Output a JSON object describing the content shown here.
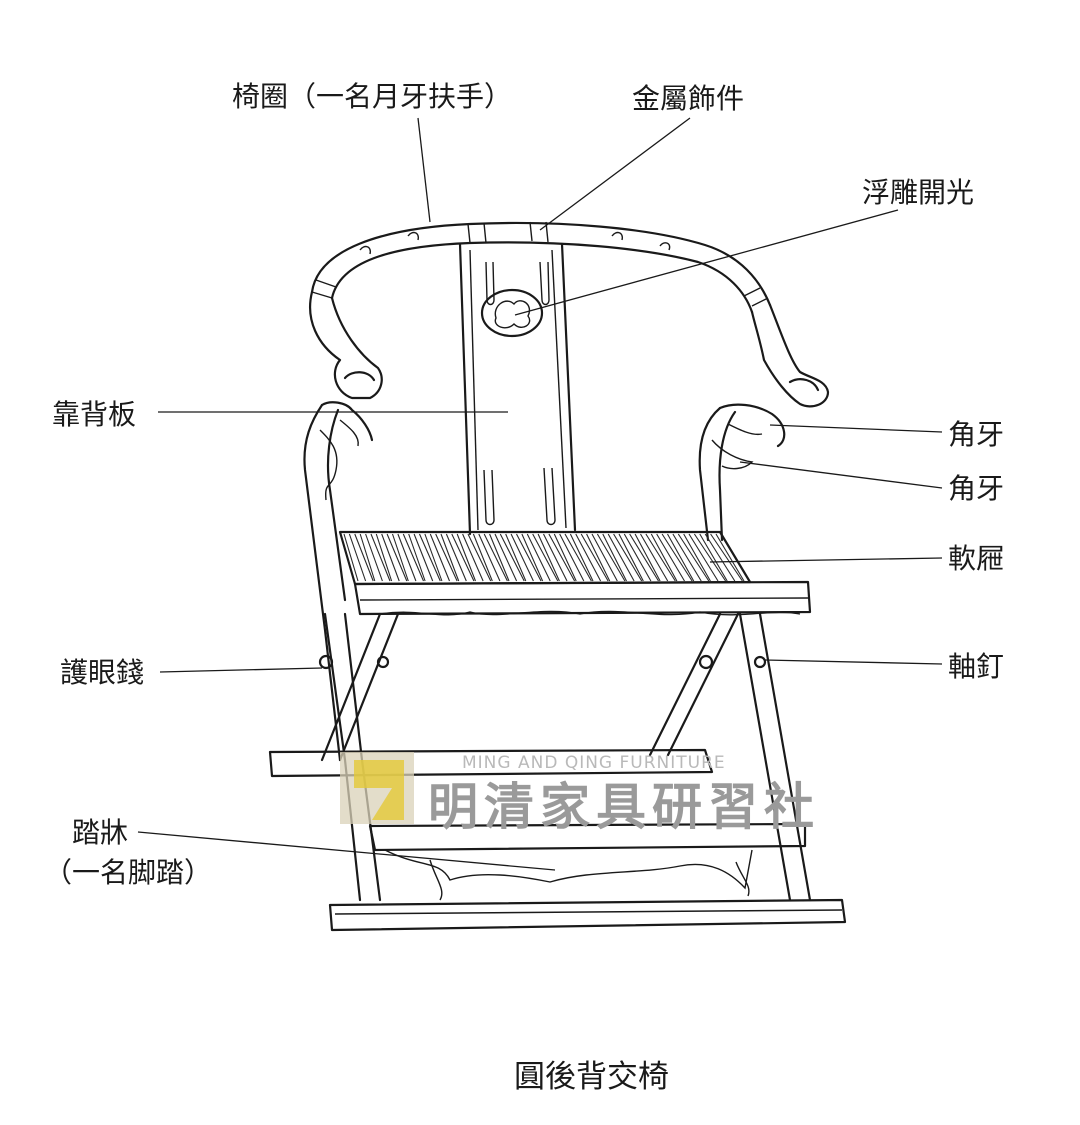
{
  "labels": {
    "armrest": "椅圈（一名月牙扶手）",
    "metal_fittings": "金屬飾件",
    "relief_panel": "浮雕開光",
    "back_splat": "靠背板",
    "corner_bracket_upper": "角牙",
    "corner_bracket_lower": "角牙",
    "soft_seat": "軟屜",
    "eye_washer": "護眼錢",
    "pivot_pin": "軸釘",
    "footrest_line1": "踏牀",
    "footrest_line2": "（一名脚踏）"
  },
  "caption": "圓後背交椅",
  "watermark": {
    "english": "MING AND QING FURNITURE",
    "chinese": "明清家具研習社"
  }
}
